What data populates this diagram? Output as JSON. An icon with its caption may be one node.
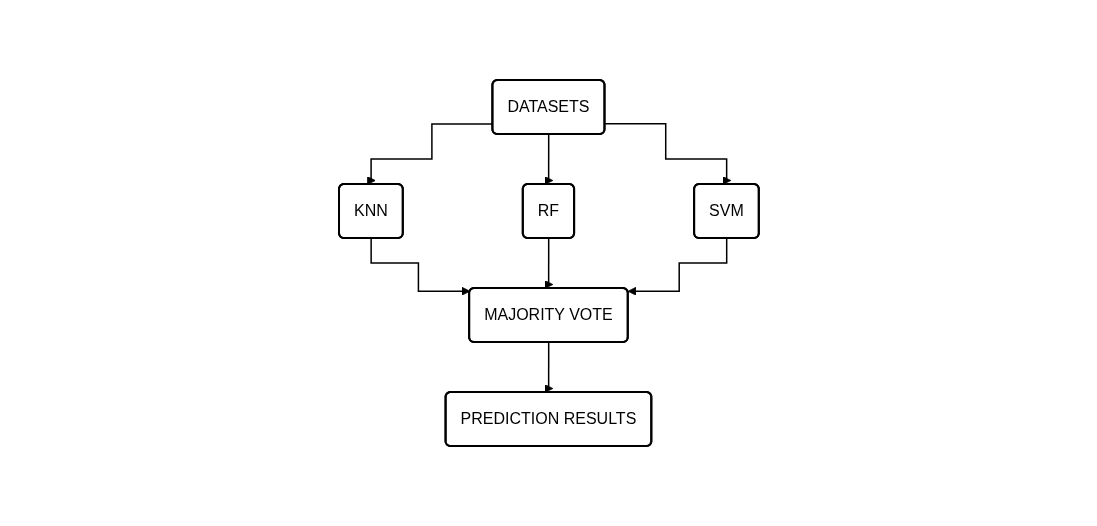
{
  "diagram": {
    "nodes": [
      {
        "text": [
          "DATASETS"
        ]
      },
      {
        "text": [
          "KNN"
        ]
      },
      {
        "text": [
          "RF"
        ]
      },
      {
        "text": [
          "SVM"
        ]
      },
      {
        "text": [
          "MAJORITY VOTE"
        ]
      },
      {
        "text": [
          "PREDICTION RESULTS"
        ]
      }
    ],
    "edges": [
      {
        "from": 0,
        "to": 1,
        "arrow": "to"
      },
      {
        "from": 0,
        "to": 2,
        "arrow": "to"
      },
      {
        "from": 0,
        "to": 3,
        "arrow": "to"
      },
      {
        "from": 1,
        "to": 4,
        "arrow": "to"
      },
      {
        "from": 2,
        "to": 4,
        "arrow": "to"
      },
      {
        "from": 3,
        "to": 4,
        "arrow": "to"
      },
      {
        "from": 4,
        "to": 5,
        "arrow": "to"
      }
    ]
  }
}
